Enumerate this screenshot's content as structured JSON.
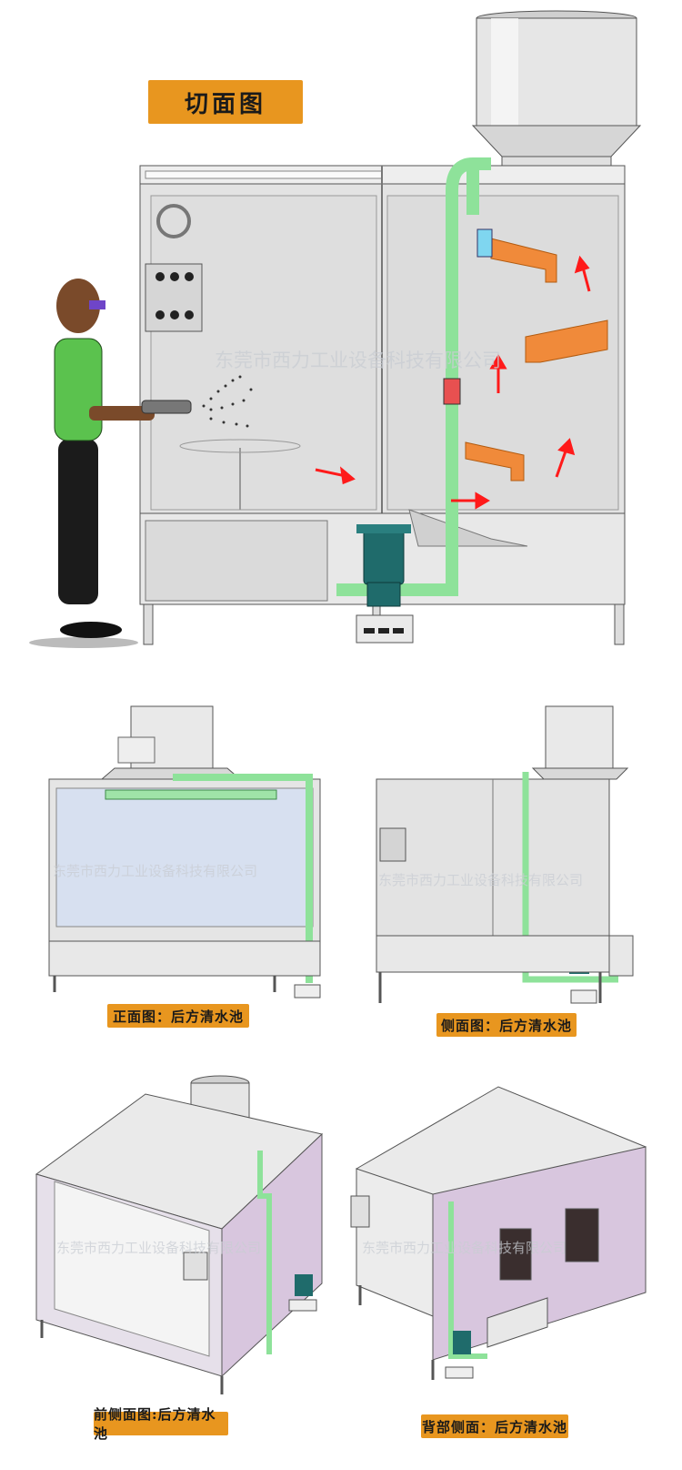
{
  "labels": {
    "section": "切面图",
    "front": "正面图：后方清水池",
    "side": "侧面图：后方清水池",
    "front_side": "前侧面图:后方清水池",
    "back_side": "背部侧面：后方清水池"
  },
  "watermarks": {
    "main": "东莞市西力工业设备科技有限公司",
    "front": "东莞市西力工业设备科技有限公司",
    "side": "东莞市西力工业设备科技有限公司",
    "front_side": "东莞市西力工业设备科技有限公司",
    "back_side": "东莞市西力工业设备科技有限公司"
  },
  "colors": {
    "accent": "#e8961f",
    "pipe": "#8ee29a",
    "booth": "#e4e4e4",
    "baffle": "#f08a3a",
    "arrow": "#ff1a1a",
    "pump": "#1f6b6b",
    "iso_panel": "#d8c6de"
  }
}
